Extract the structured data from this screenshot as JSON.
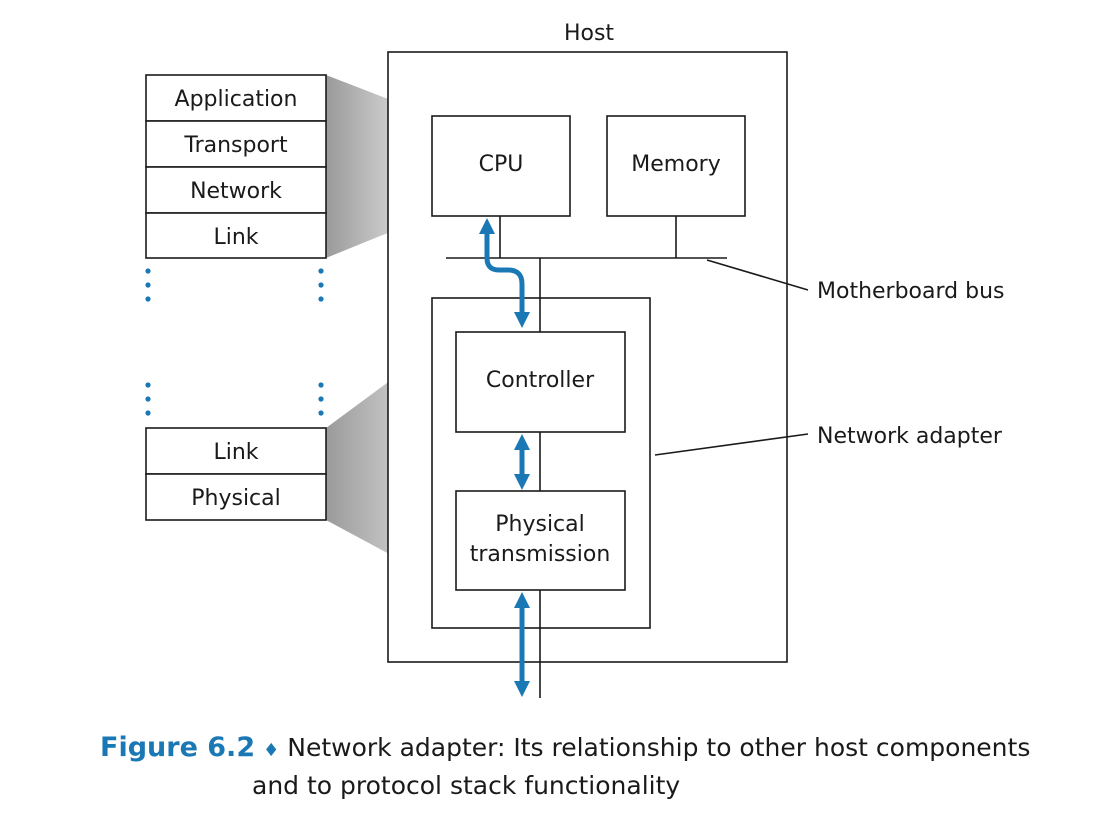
{
  "host": {
    "label": "Host"
  },
  "stack_top": {
    "layers": [
      "Application",
      "Transport",
      "Network",
      "Link"
    ]
  },
  "stack_bottom": {
    "layers": [
      "Link",
      "Physical"
    ]
  },
  "components": {
    "cpu": "CPU",
    "memory": "Memory",
    "controller": "Controller",
    "physical_line1": "Physical",
    "physical_line2": "transmission"
  },
  "callouts": {
    "bus": "Motherboard bus",
    "adapter": "Network adapter"
  },
  "caption": {
    "number": "Figure 6.2",
    "line1": "Network adapter: Its relationship to other host components",
    "line2": "and to protocol stack functionality"
  },
  "colors": {
    "accent": "#1a78b4",
    "shade": "#c8c8c8",
    "ink": "#1a1a1a"
  }
}
